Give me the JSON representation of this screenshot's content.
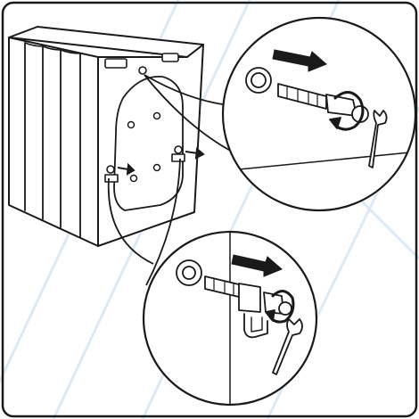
{
  "figure": {
    "subject": "washing-machine-rear-view",
    "callouts": [
      {
        "name": "upper-detail",
        "content": "transit-bolt-removal"
      },
      {
        "name": "lower-detail",
        "content": "transit-bolt-with-spacer-removal"
      }
    ],
    "colors": {
      "line": "#1a1a1a",
      "background": "#ffffff",
      "watermark": "#dce9f7"
    }
  }
}
